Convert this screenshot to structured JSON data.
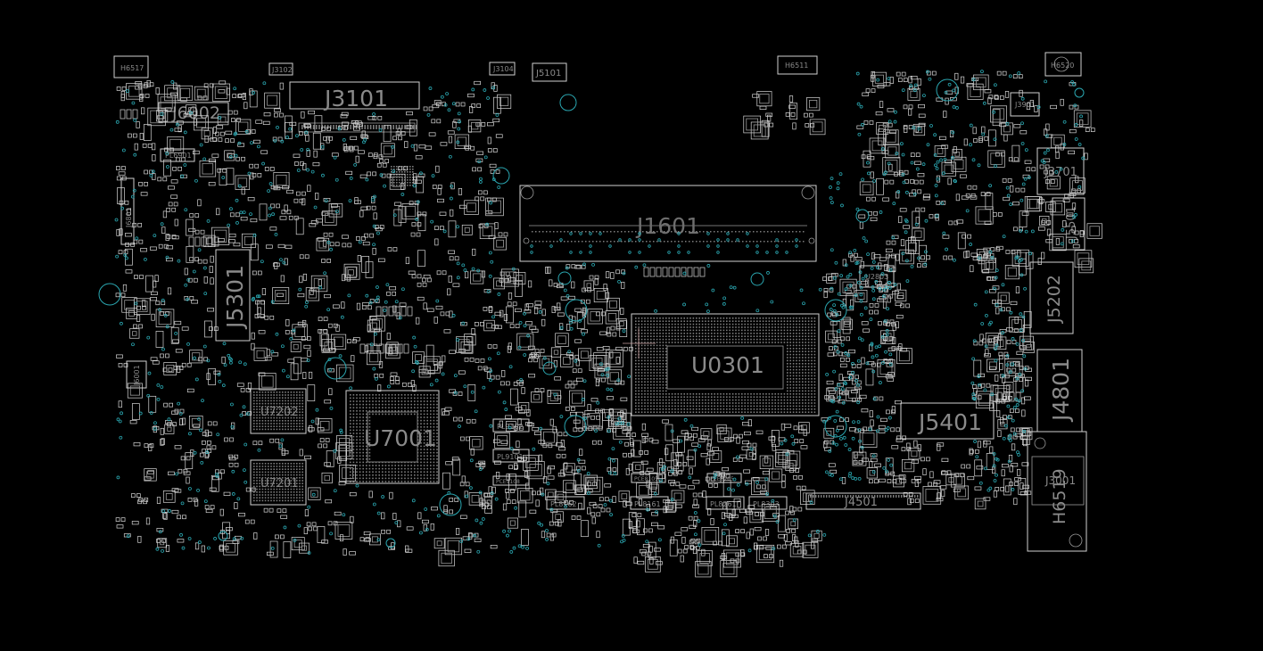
{
  "labels": {
    "J3101": "J3101",
    "J6002": "J6002",
    "J1601": "J1601",
    "J5301": "J5301",
    "U0301": "U0301",
    "U7001": "U7001",
    "U7202": "U7202",
    "U7201": "U7201",
    "J5401": "J5401",
    "J4501": "J4501",
    "J5202": "J5202",
    "J4801": "J4801",
    "J3701": "J3701",
    "J3901": "J3901",
    "J6801": "J6801",
    "J5101": "J5101",
    "J3102": "J3102",
    "J3104": "J3104",
    "H6517": "H6517",
    "H6511": "H6511",
    "H6520": "H6520",
    "H6519": "H6519",
    "J5501": "J5501",
    "U2803": "U2803",
    "PL6901": "PL6901",
    "J6001": "J6001",
    "PL9102": "PL9102",
    "PL9101": "PL9101",
    "PL8162": "PL8162",
    "PL8161": "PL8161",
    "PL8261": "PL8261",
    "PL8303": "PL8303",
    "PCE8105": "PCE8105",
    "PCE8205": "PCE8205",
    "PCE9108": "PCE9108",
    "J3001": "J3001"
  },
  "colors": {
    "background": "#000000",
    "outline": "#cfcfcf",
    "via": "#2aa6b0",
    "label": "#8a8a8a"
  }
}
